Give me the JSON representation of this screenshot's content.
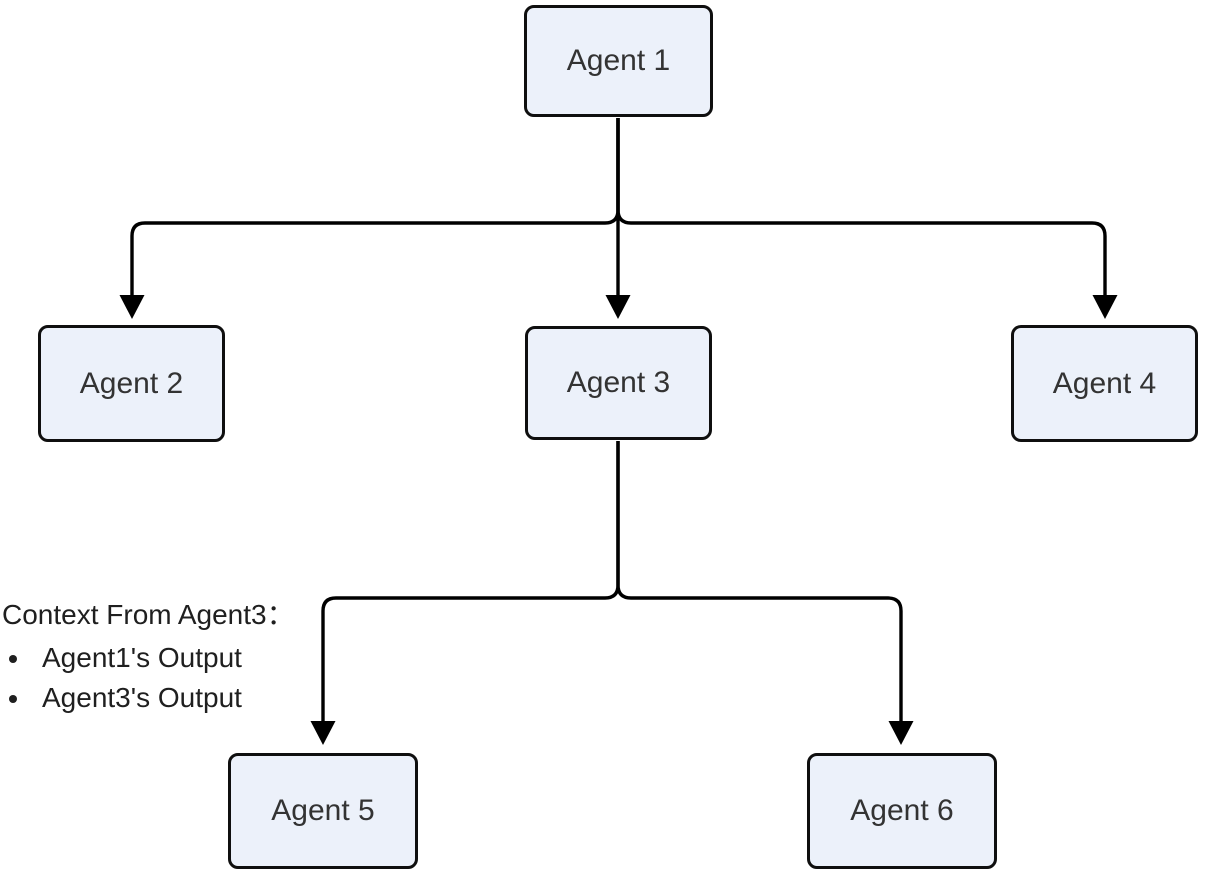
{
  "diagram": {
    "type": "flowchart-top-down",
    "nodes": [
      {
        "id": "agent1",
        "label": "Agent 1"
      },
      {
        "id": "agent2",
        "label": "Agent 2"
      },
      {
        "id": "agent3",
        "label": "Agent 3"
      },
      {
        "id": "agent4",
        "label": "Agent 4"
      },
      {
        "id": "agent5",
        "label": "Agent 5"
      },
      {
        "id": "agent6",
        "label": "Agent 6"
      }
    ],
    "edges": [
      {
        "from": "agent1",
        "to": "agent2"
      },
      {
        "from": "agent1",
        "to": "agent3"
      },
      {
        "from": "agent1",
        "to": "agent4"
      },
      {
        "from": "agent3",
        "to": "agent5"
      },
      {
        "from": "agent3",
        "to": "agent6"
      }
    ],
    "annotation": {
      "title": "Context From Agent3：",
      "bullets": [
        "Agent1's Output",
        "Agent3's Output"
      ]
    },
    "colors": {
      "node_fill": "#ECF1FA",
      "node_border": "#0F0F0F",
      "edge": "#000000",
      "node_text": "#333333",
      "annotation_text": "#1F1F1F",
      "background": "#FFFFFF"
    }
  }
}
